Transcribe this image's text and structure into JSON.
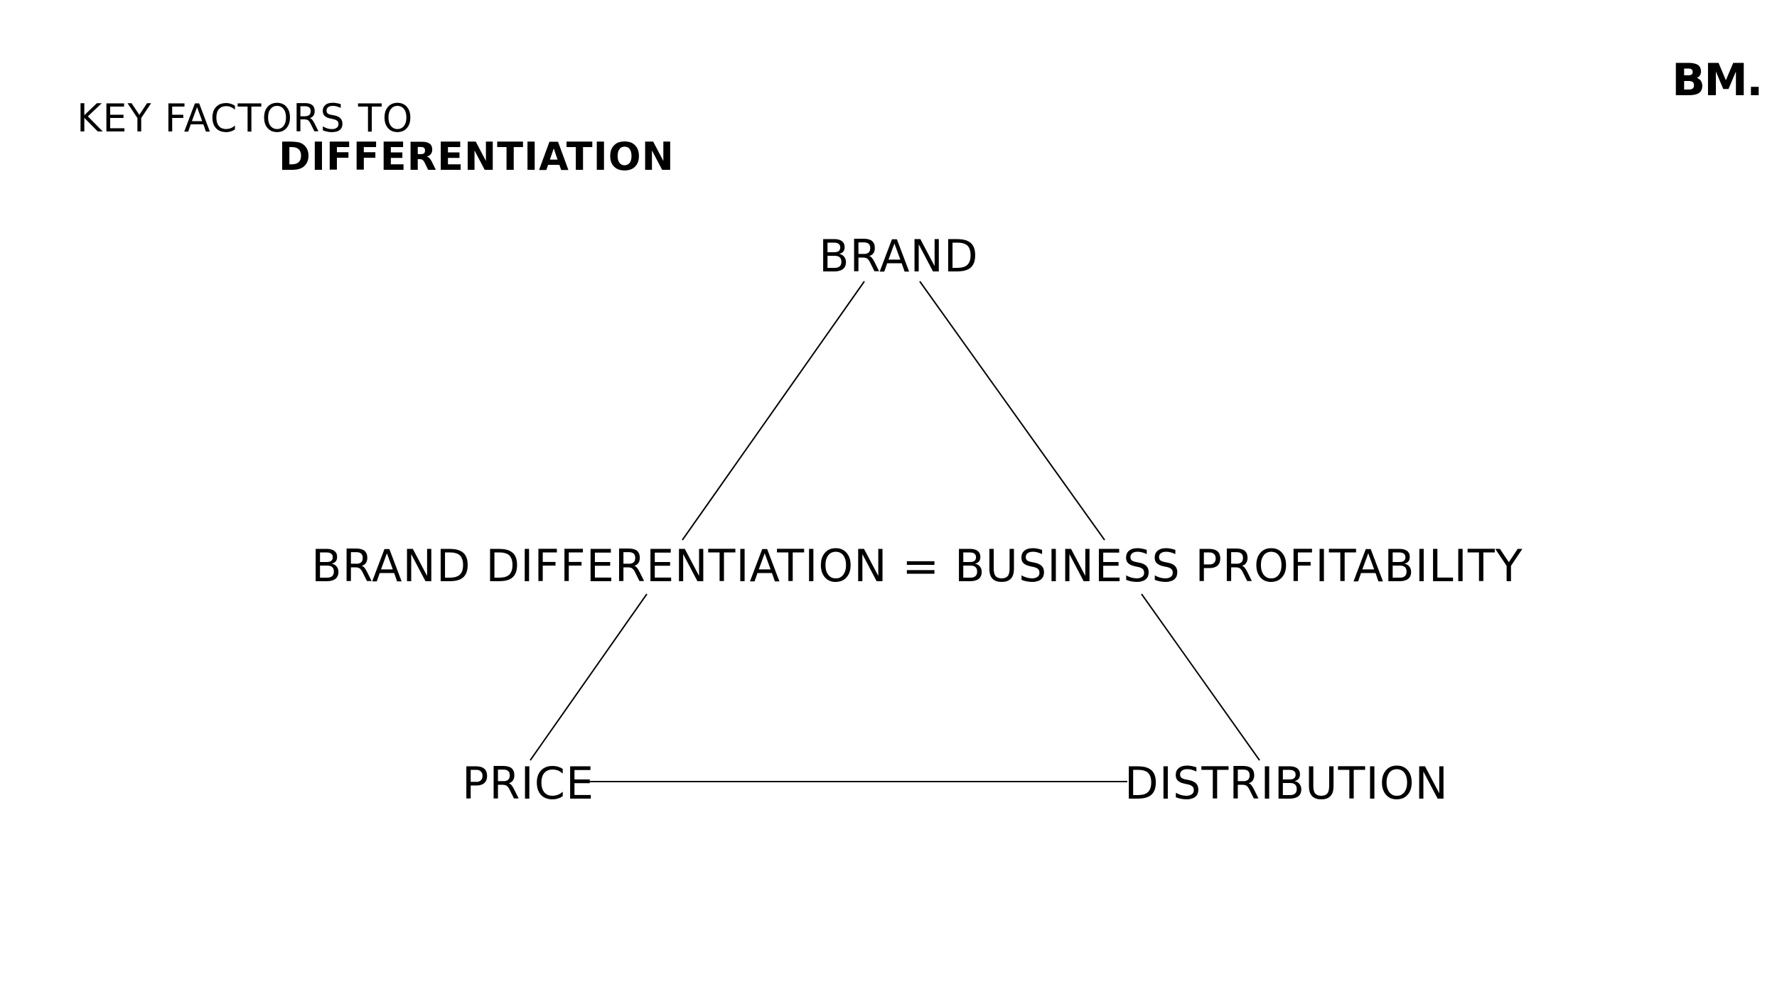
{
  "slide": {
    "title_line1": "KEY FACTORS TO",
    "title_line2": "DIFFERENTIATION",
    "logo_text": "BM."
  },
  "diagram": {
    "top_node": "BRAND",
    "left_node": "PRICE",
    "right_node": "DISTRIBUTION",
    "center_statement": "BRAND DIFFERENTIATION = BUSINESS PROFITABILITY"
  },
  "colors": {
    "background": "#ffffff",
    "text": "#000000",
    "line": "#000000"
  }
}
